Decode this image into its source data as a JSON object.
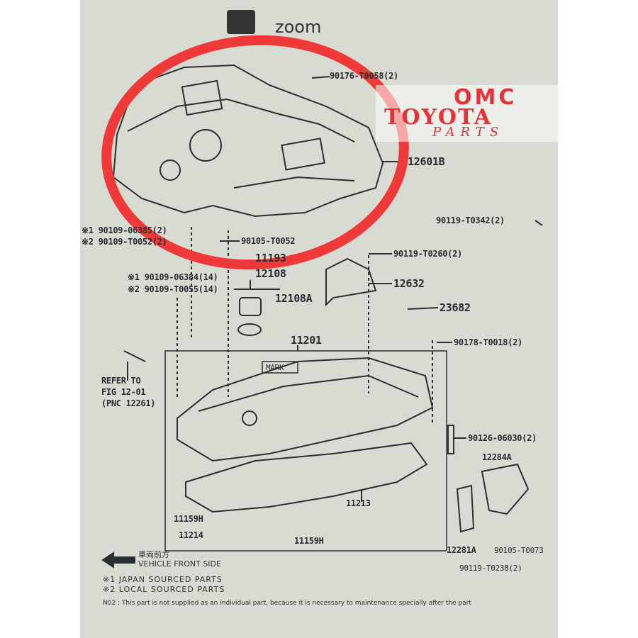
{
  "header": {
    "zoom_label": "zoom"
  },
  "logo": {
    "line1": "OMC",
    "line2": "TOYOTA",
    "line3": "PARTS",
    "color": "#e8323a"
  },
  "highlight_color": "#f03a3a",
  "parts": {
    "p90176": "90176-T0058(2)",
    "p12601B": "12601B",
    "p90119_T0342": "90119-T0342(2)",
    "p1_06385": "※1 90109-06385(2)",
    "p2_T0052": "※2 90109-T0052(2)",
    "p90105_T0052": "90105-T0052",
    "p111": "11193",
    "p90119_T0260": "90119-T0260(2)",
    "p12108": "12108",
    "p12108A": "12108A",
    "p1_06384": "※1 90109-06384(14)",
    "p2_T0055": "※2 90109-T0055(14)",
    "p12632": "12632",
    "p23682": "23682",
    "p11201": "11201",
    "p90178": "90178-T0018(2)",
    "mark": "MARK",
    "refer1": "REFER TO",
    "refer2": "FIG 12-01",
    "refer3": "(PNC 12261)",
    "p90126": "90126-06030(2)",
    "p12284A": "12284A",
    "p11213": "11213",
    "p11159H_a": "11159H",
    "p11214": "11214",
    "p11159H_b": "11159H",
    "p12281A": "12281A",
    "p90105_T0073": "90105-T0073",
    "p90119_T0238": "90119-T0238(2)"
  },
  "legend": {
    "front_jp": "車両前方",
    "front_en": "VEHICLE FRONT SIDE",
    "note1": "※1 JAPAN SOURCED PARTS",
    "note2": "※2 LOCAL SOURCED PARTS",
    "note3": "N02 : This part is not supplied as an individual part, because it is necessary to maintenance specially after the part"
  }
}
